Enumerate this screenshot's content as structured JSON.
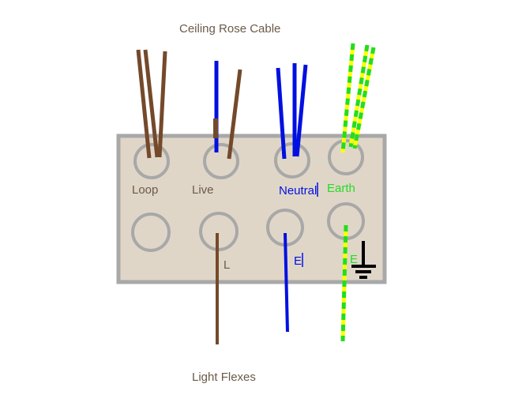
{
  "title": "Ceiling Rose Cable",
  "footer": "Light Flexes",
  "colors": {
    "brown": "#74492a",
    "blue": "#0010e0",
    "green": "#22dd22",
    "yellow": "#ffff00",
    "box_fill": "#e0d6c8",
    "box_border": "#a8a8a8",
    "label_grey": "#6b5a48",
    "earth_symbol": "#000000"
  },
  "terminals": {
    "top": [
      {
        "label": "Loop",
        "color_key": "label_grey"
      },
      {
        "label": "Live",
        "color_key": "label_grey"
      },
      {
        "label": "Neutral",
        "color_key": "blue"
      },
      {
        "label": "Earth",
        "color_key": "green"
      }
    ],
    "bottom": [
      {
        "label": ""
      },
      {
        "label": "L",
        "color_key": "label_grey"
      },
      {
        "label": "E",
        "color_key": "blue"
      },
      {
        "label": "E",
        "color_key": "green"
      }
    ]
  },
  "wires": {
    "incoming": [
      {
        "terminal": "Loop",
        "type": "brown",
        "count": 3
      },
      {
        "terminal": "Live",
        "type": "brown",
        "count": 1
      },
      {
        "terminal": "Live",
        "type": "blue-sleeved-brown",
        "count": 1
      },
      {
        "terminal": "Neutral",
        "type": "blue",
        "count": 3
      },
      {
        "terminal": "Earth",
        "type": "green-yellow",
        "count": 3
      }
    ],
    "outgoing": [
      {
        "terminal": "L",
        "type": "brown"
      },
      {
        "terminal": "E (neutral)",
        "type": "blue"
      },
      {
        "terminal": "E (earth)",
        "type": "green-yellow"
      }
    ]
  }
}
